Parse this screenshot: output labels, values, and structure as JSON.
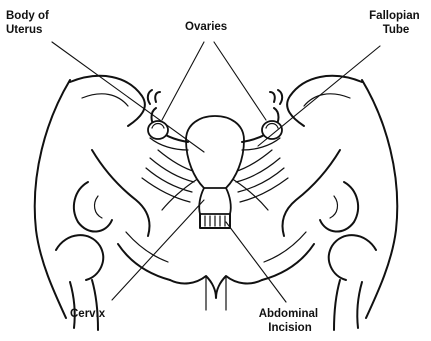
{
  "labels": {
    "body_of_uterus": [
      "Body of",
      "Uterus"
    ],
    "ovaries": "Ovaries",
    "fallopian_tube": [
      "Fallopian",
      "Tube"
    ],
    "cervix": "Cervix",
    "abdominal_incision": [
      "Abdominal",
      "Incision"
    ]
  }
}
